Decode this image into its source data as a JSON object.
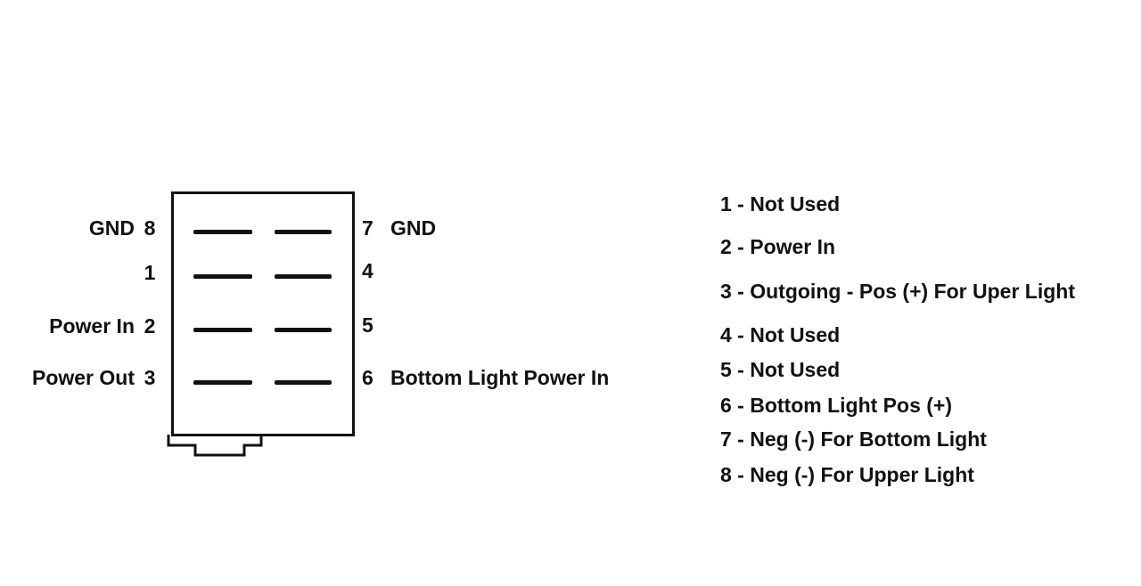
{
  "colors": {
    "ink": "#111111",
    "background": "#ffffff"
  },
  "switch_diagram": {
    "left_pins": [
      {
        "pin": "8",
        "label": "GND"
      },
      {
        "pin": "1",
        "label": ""
      },
      {
        "pin": "2",
        "label": "Power In"
      },
      {
        "pin": "3",
        "label": "Power Out"
      }
    ],
    "right_pins": [
      {
        "pin": "7",
        "label": "GND"
      },
      {
        "pin": "4",
        "label": ""
      },
      {
        "pin": "5",
        "label": ""
      },
      {
        "pin": "6",
        "label": "Bottom Light Power In"
      }
    ]
  },
  "legend": {
    "items": [
      {
        "pin": "1",
        "label": "Not Used",
        "text": "1 - Not Used"
      },
      {
        "pin": "2",
        "label": "Power In",
        "text": "2 - Power In"
      },
      {
        "pin": "3",
        "label": "Outgoing - Pos (+) For Uper Light",
        "text": "3 - Outgoing - Pos (+) For Uper Light"
      },
      {
        "pin": "4",
        "label": "Not Used",
        "text": "4 - Not Used"
      },
      {
        "pin": "5",
        "label": "Not Used",
        "text": "5 - Not Used"
      },
      {
        "pin": "6",
        "label": "Bottom Light Pos (+)",
        "text": "6 - Bottom Light Pos (+)"
      },
      {
        "pin": "7",
        "label": "Neg (-) For Bottom Light",
        "text": "7 - Neg (-) For Bottom Light"
      },
      {
        "pin": "8",
        "label": "Neg (-) For Upper Light",
        "text": "8 - Neg (-) For Upper Light"
      }
    ]
  }
}
